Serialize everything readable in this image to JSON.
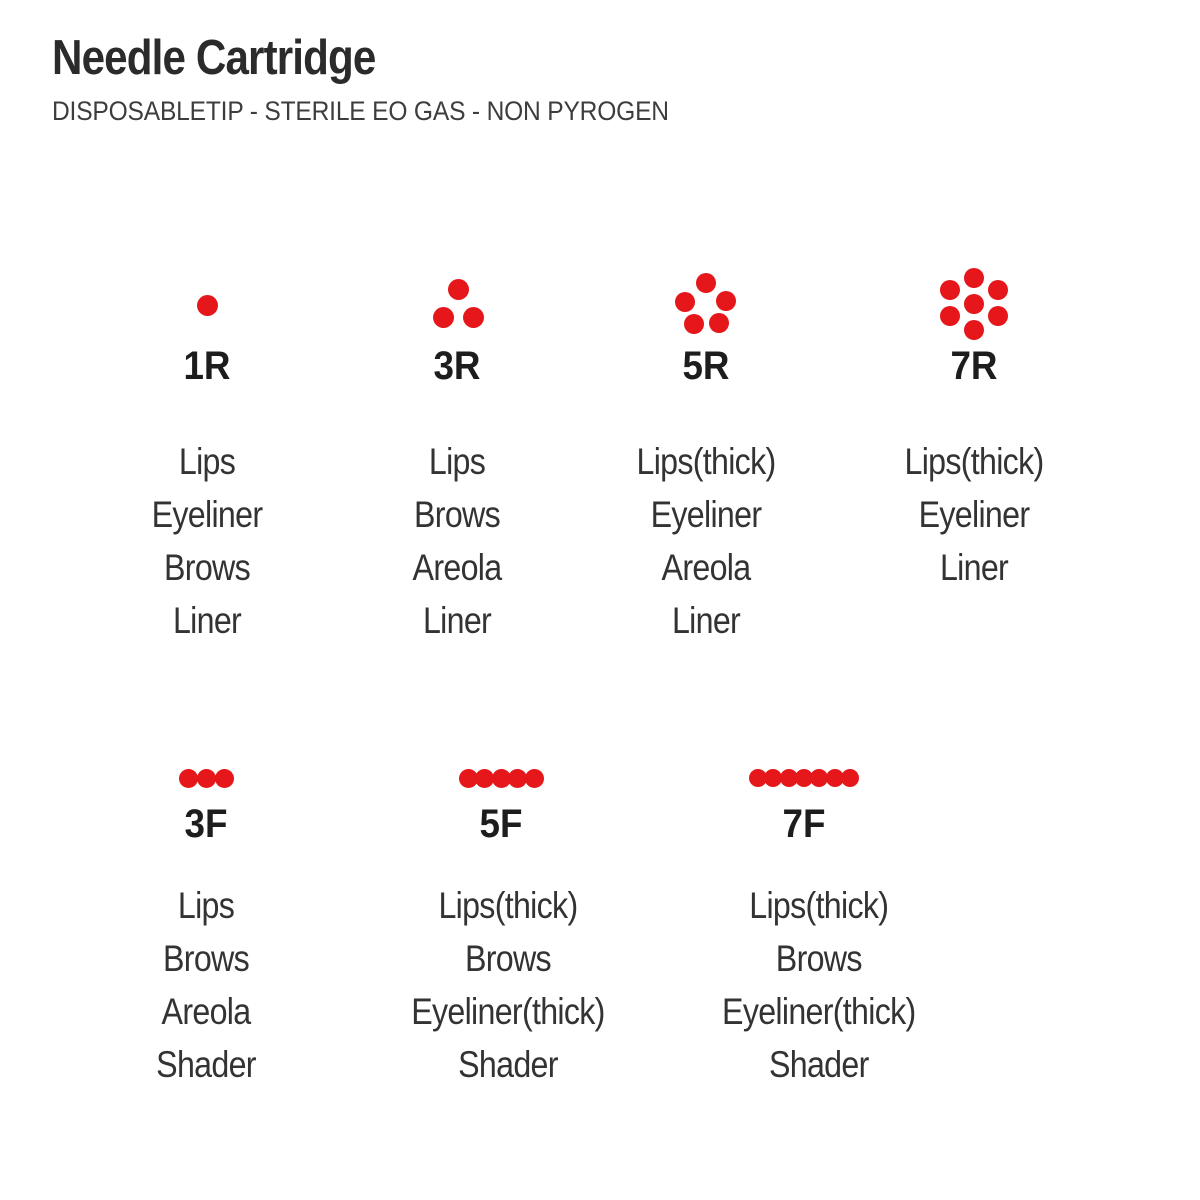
{
  "header": {
    "title": "Needle Cartridge",
    "subtitle": "DISPOSABLETIP - STERILE EO GAS - NON PYROGEN"
  },
  "colors": {
    "dot_red": "#e5171a",
    "title_text": "#2b2b2b",
    "subtitle_text": "#3d3d3d",
    "label_text": "#1d1d1d",
    "list_text": "#333333",
    "background": "#ffffff"
  },
  "cartridges": [
    {
      "label": "1R",
      "needle_count": 1,
      "arrangement": "round-single",
      "uses": [
        "Lips",
        "Eyeliner",
        "Brows",
        "Liner"
      ],
      "pattern": {
        "dot_size": 21,
        "dots": [
          [
            0,
            0
          ]
        ]
      }
    },
    {
      "label": "3R",
      "needle_count": 3,
      "arrangement": "round-triangle",
      "uses": [
        "Lips",
        "Brows",
        "Areola",
        "Liner"
      ],
      "pattern": {
        "dot_size": 21,
        "dots": [
          [
            1,
            -16
          ],
          [
            -14,
            12
          ],
          [
            16,
            12
          ]
        ]
      }
    },
    {
      "label": "5R",
      "needle_count": 5,
      "arrangement": "round-pentagon",
      "uses": [
        "Lips(thick)",
        "Eyeliner",
        "Areola",
        "Liner"
      ],
      "pattern": {
        "dot_size": 20,
        "dots": [
          [
            0,
            -22
          ],
          [
            -21,
            -3
          ],
          [
            20,
            -4
          ],
          [
            -12,
            19
          ],
          [
            13,
            18
          ]
        ]
      }
    },
    {
      "label": "7R",
      "needle_count": 7,
      "arrangement": "round-hexagon-with-center",
      "uses": [
        "Lips(thick)",
        "Eyeliner",
        "Liner"
      ],
      "pattern": {
        "dot_size": 20,
        "dots": [
          [
            0,
            -1
          ],
          [
            0,
            -27
          ],
          [
            24,
            -15
          ],
          [
            24,
            11
          ],
          [
            0,
            25
          ],
          [
            -24,
            11
          ],
          [
            -24,
            -15
          ]
        ]
      }
    },
    {
      "label": "3F",
      "needle_count": 3,
      "arrangement": "flat-row",
      "uses": [
        "Lips",
        "Brows",
        "Areola",
        "Shader"
      ],
      "pattern": {
        "dot_size": 19,
        "dots": [
          [
            -18,
            0
          ],
          [
            0,
            0
          ],
          [
            18,
            0
          ]
        ]
      }
    },
    {
      "label": "5F",
      "needle_count": 5,
      "arrangement": "flat-row",
      "uses": [
        "Lips(thick)",
        "Brows",
        "Eyeliner(thick)",
        "Shader"
      ],
      "pattern": {
        "dot_size": 19,
        "dots": [
          [
            -33,
            0
          ],
          [
            -16.5,
            0
          ],
          [
            0,
            0
          ],
          [
            16.5,
            0
          ],
          [
            33,
            0
          ]
        ]
      }
    },
    {
      "label": "7F",
      "needle_count": 7,
      "arrangement": "flat-row",
      "uses": [
        "Lips(thick)",
        "Brows",
        "Eyeliner(thick)",
        "Shader"
      ],
      "pattern": {
        "dot_size": 18,
        "dots": [
          [
            -46,
            0
          ],
          [
            -30.7,
            0
          ],
          [
            -15.3,
            0
          ],
          [
            0,
            0
          ],
          [
            15.3,
            0
          ],
          [
            30.7,
            0
          ],
          [
            46,
            0
          ]
        ]
      }
    }
  ]
}
